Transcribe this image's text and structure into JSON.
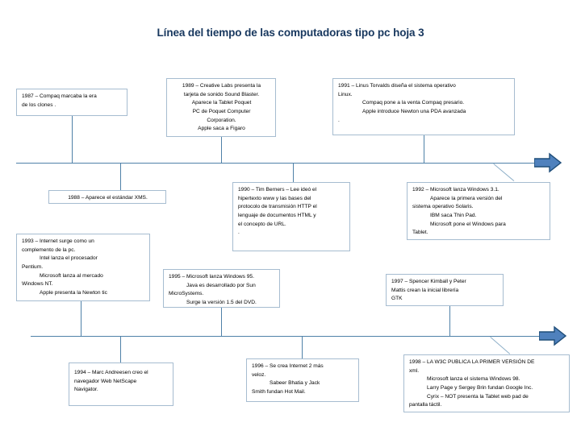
{
  "page": {
    "title": "Línea del tiempo de las computadoras tipo pc hoja 3",
    "accent_color": "#17375e",
    "line_color": "#4f81a8",
    "box_border_color": "#a6bcd0",
    "arrow_fill": "#4f81bd",
    "arrow_stroke": "#1f4e79",
    "background": "#ffffff"
  },
  "timeline_rows": [
    {
      "name": "row-1",
      "arrow_label": "timeline-arrow-right"
    },
    {
      "name": "row-2",
      "arrow_label": "timeline-arrow-right"
    }
  ],
  "events": [
    {
      "id": "event-1987",
      "year": "1987",
      "lines": [
        {
          "text": "1987 – Compaq marcaba la era",
          "indent": 0
        },
        {
          "text": "de los clones .",
          "indent": 0
        }
      ]
    },
    {
      "id": "event-1989",
      "year": "1989",
      "lines": [
        {
          "text": "1989 – Creative Labs presenta la",
          "indent": 0
        },
        {
          "text": "tarjeta de sonido Sound Blaster.",
          "indent": 0
        },
        {
          "text": "Aparece la Tablet Poquet",
          "indent": 1
        },
        {
          "text": "PC de Poquet Computer",
          "indent": 0
        },
        {
          "text": "Corporation.",
          "indent": 0
        },
        {
          "text": "Apple saca a Figaro",
          "indent": 1
        }
      ]
    },
    {
      "id": "event-1991",
      "year": "1991",
      "lines": [
        {
          "text": "1991 – Linus Torvalds diseña el sistema operativo",
          "indent": 0
        },
        {
          "text": "Linux.",
          "indent": 0
        },
        {
          "text": "Compaq pone a la venta Compaq presario.",
          "indent": 1
        },
        {
          "text": "Apple introduce Newton una PDA avanzada",
          "indent": 1
        },
        {
          "text": ".",
          "indent": 0
        }
      ]
    },
    {
      "id": "event-1988",
      "year": "1988",
      "lines": [
        {
          "text": "1988 – Aparece el estándar XMS.",
          "indent": 0
        }
      ]
    },
    {
      "id": "event-1990",
      "year": "1990",
      "lines": [
        {
          "text": "1990 – Tim Berners – Lee ideó el",
          "indent": 0
        },
        {
          "text": "hipertexto www y las  bases del",
          "indent": 0
        },
        {
          "text": "protocolo de transmisión HTTP el",
          "indent": 0
        },
        {
          "text": "lenguaje de documentos HTML y",
          "indent": 0
        },
        {
          "text": "el concepto de URL.",
          "indent": 0
        },
        {
          "text": ".",
          "indent": 0
        }
      ]
    },
    {
      "id": "event-1992",
      "year": "1992",
      "lines": [
        {
          "text": "1992 – Microsoft lanza Windows 3.1.",
          "indent": 0
        },
        {
          "text": "Aparece la primera versión del",
          "indent": 1
        },
        {
          "text": "sistema operativo Solaris.",
          "indent": 0
        },
        {
          "text": "IBM saca Thin Pad.",
          "indent": 1
        },
        {
          "text": "Microsoft pone el Windows para",
          "indent": 1
        },
        {
          "text": "Tablet.",
          "indent": 0
        }
      ]
    },
    {
      "id": "event-1993",
      "year": "1993",
      "lines": [
        {
          "text": "1993 – Internet surge como un",
          "indent": 0
        },
        {
          "text": "complemento de la pc.",
          "indent": 0
        },
        {
          "text": "Intel lanza el procesador",
          "indent": 1
        },
        {
          "text": "Pentium.",
          "indent": 0
        },
        {
          "text": "Microsoft lanza al mercado",
          "indent": 1
        },
        {
          "text": "Windows NT.",
          "indent": 0
        },
        {
          "text": "Apple presenta la Newton tic",
          "indent": 1
        }
      ]
    },
    {
      "id": "event-1995",
      "year": "1995",
      "lines": [
        {
          "text": "1995 – Microsoft lanza Windows 95.",
          "indent": 0
        },
        {
          "text": "Java es desarrollado por Sun",
          "indent": 1
        },
        {
          "text": "MicroSystems.",
          "indent": 0
        },
        {
          "text": "Surge la versión 1.5 del DVD.",
          "indent": 1
        }
      ]
    },
    {
      "id": "event-1997",
      "year": "1997",
      "lines": [
        {
          "text": "1997 – Spencer Kimball y Peter",
          "indent": 0
        },
        {
          "text": "Mattis crean la inicial librería",
          "indent": 0
        },
        {
          "text": "GTK",
          "indent": 0
        }
      ]
    },
    {
      "id": "event-1994",
      "year": "1994",
      "lines": [
        {
          "text": "1994 – Marc Andreesen creo el",
          "indent": 0
        },
        {
          "text": "navegador Web NetScape",
          "indent": 0
        },
        {
          "text": "Navigator.",
          "indent": 0
        }
      ]
    },
    {
      "id": "event-1996",
      "year": "1996",
      "lines": [
        {
          "text": "1996 – Se crea Internet 2 más",
          "indent": 0
        },
        {
          "text": "veloz.",
          "indent": 0
        },
        {
          "text": "Sabeer Bhatia y Jack",
          "indent": 1
        },
        {
          "text": "Smith fundan Hot Mail.",
          "indent": 0
        }
      ]
    },
    {
      "id": "event-1998",
      "year": "1998",
      "lines": [
        {
          "text": "1998 – LA W3C PUBLICA LA PRIMER VERSIÓN DE",
          "indent": 0
        },
        {
          "text": "xml.",
          "indent": 0
        },
        {
          "text": "Microsoft lanza el sistema Windows 98.",
          "indent": 1
        },
        {
          "text": "Larry Page y Sergey Brin fundan Google Inc.",
          "indent": 1
        },
        {
          "text": "Cyrix – NOT  presenta la Tablet web pad de",
          "indent": 1
        },
        {
          "text": "pantalla táctil.",
          "indent": 0
        }
      ]
    }
  ]
}
